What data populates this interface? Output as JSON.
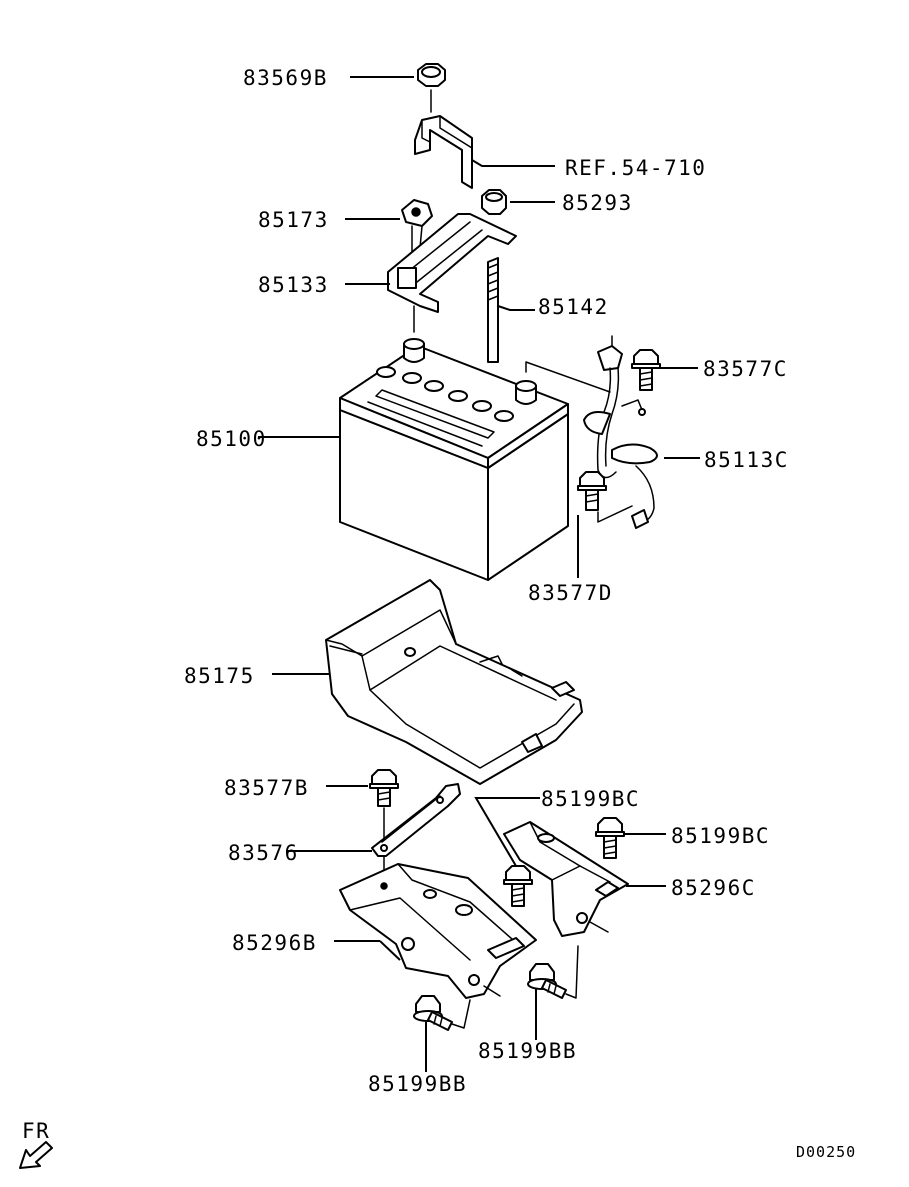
{
  "parts": {
    "p83569B": "83569B",
    "ref": "REF.54-710",
    "p85293": "85293",
    "p85173": "85173",
    "p85133": "85133",
    "p85142": "85142",
    "p83577C": "83577C",
    "p85100": "85100",
    "p85113C": "85113C",
    "p83577D": "83577D",
    "p85175": "85175",
    "p83577B": "83577B",
    "p85199BC_a": "85199BC",
    "p85199BC_b": "85199BC",
    "p83576": "83576",
    "p85296C": "85296C",
    "p85296B": "85296B",
    "p85199BB_a": "85199BB",
    "p85199BB_b": "85199BB"
  },
  "orientation_label": "FR",
  "diagram_code": "D00250",
  "icons": {
    "front_arrow": "front-direction-arrow-icon"
  }
}
